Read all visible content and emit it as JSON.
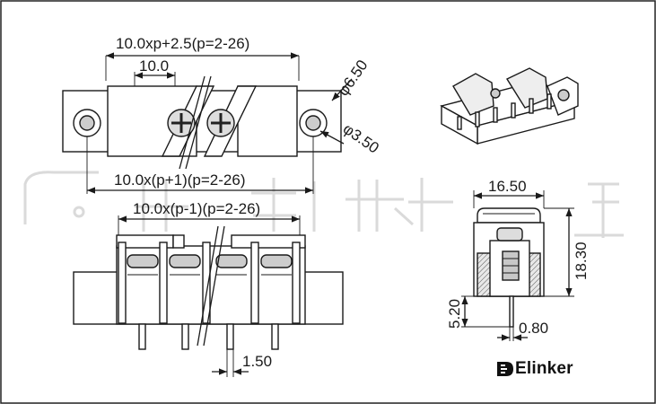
{
  "dimensions": {
    "top_total": "10.0xp+2.5(p=2-26)",
    "top_pitch": "10.0",
    "mount_hole_outer": "φ6.50",
    "mount_hole_inner": "φ3.50",
    "mid_width": "10.0x(p+1)(p=2-26)",
    "front_width": "10.0x(p-1)(p=2-26)",
    "pin_width": "1.50",
    "side_width": "16.50",
    "side_height": "18.30",
    "pin_length": "5.20",
    "pin_thickness": "0.80"
  },
  "brand": {
    "name": "Elinker"
  },
  "colors": {
    "line": "#1a1a1a",
    "body_fill": "#ffffff",
    "screw_fill": "#cfcfcf",
    "section_fill": "#c8c8c8",
    "watermark": "#d6d6d6",
    "slot_fill": "#bfbfbf"
  }
}
